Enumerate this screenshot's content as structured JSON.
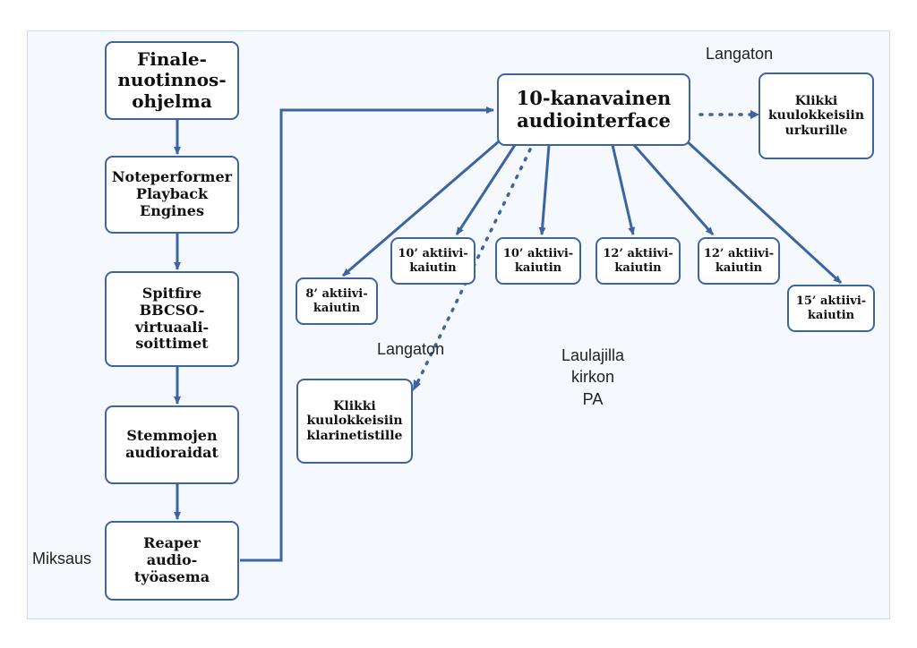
{
  "nodes": {
    "finale": "Finale-\nnuotinnos-\nohjelma",
    "noteperformer": "Noteperformer\nPlayback\nEngines",
    "spitfire": "Spitfire\nBBCSO-\nvirtuaali-\nsoittimet",
    "stems": "Stemmojen\naudioraidat",
    "reaper": "Reaper\naudio-\ntyöasema",
    "interface": "10-kanavainen\naudiointerface",
    "click_organ": "Klikki\nkuulokkeisiin\nurkurille",
    "click_clarinet": "Klikki\nkuulokkeisiin\nklarinetistille",
    "spk8": "8’ aktiivi-\nkaiutin",
    "spk10a": "10’ aktiivi-\nkaiutin",
    "spk10b": "10’ aktiivi-\nkaiutin",
    "spk12a": "12’ aktiivi-\nkaiutin",
    "spk12b": "12’ aktiivi-\nkaiutin",
    "spk15": "15’ aktiivi-\nkaiutin"
  },
  "labels": {
    "wireless_top": "Langaton",
    "wireless_mid": "Langaton",
    "singers_pa": "Laulajilla\nkirkon\nPA",
    "mixing": "Miksaus"
  },
  "colors": {
    "line": "#3b64a0",
    "box_border": "#3b64a0",
    "background": "#f5f8fc"
  }
}
